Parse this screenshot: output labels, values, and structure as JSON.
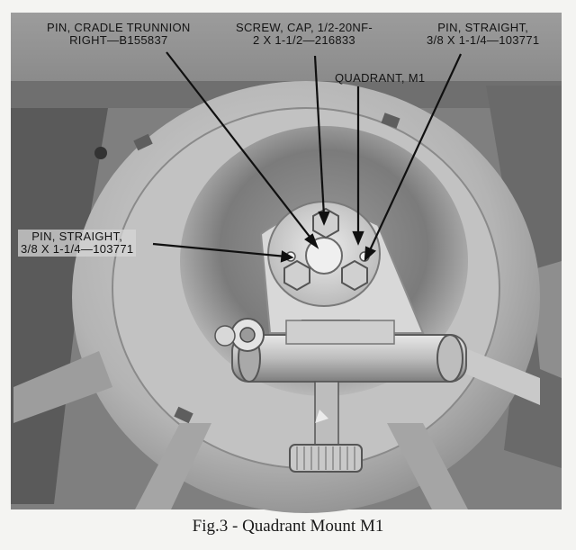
{
  "labels": {
    "pin_cradle_trunnion": {
      "line1": "PIN, CRADLE TRUNNION",
      "line2": "RIGHT—B155837"
    },
    "screw_cap": {
      "line1": "SCREW, CAP, 1/2-20NF-",
      "line2": "2 X 1-1/2—216833"
    },
    "pin_straight_right": {
      "line1": "PIN, STRAIGHT,",
      "line2": "3/8 X 1-1/4—103771"
    },
    "quadrant": {
      "line1": "QUADRANT, M1"
    },
    "pin_straight_left": {
      "line1": "PIN, STRAIGHT,",
      "line2": "3/8 X 1-1/4—103771"
    }
  },
  "caption": "Fig.3 - Quadrant Mount M1",
  "colors": {
    "paper": "#f4f4f2",
    "metal_dark": "#6e6e6e",
    "metal_mid": "#a8a8a8",
    "metal_light": "#d2d2d2",
    "leader": "#101010"
  }
}
